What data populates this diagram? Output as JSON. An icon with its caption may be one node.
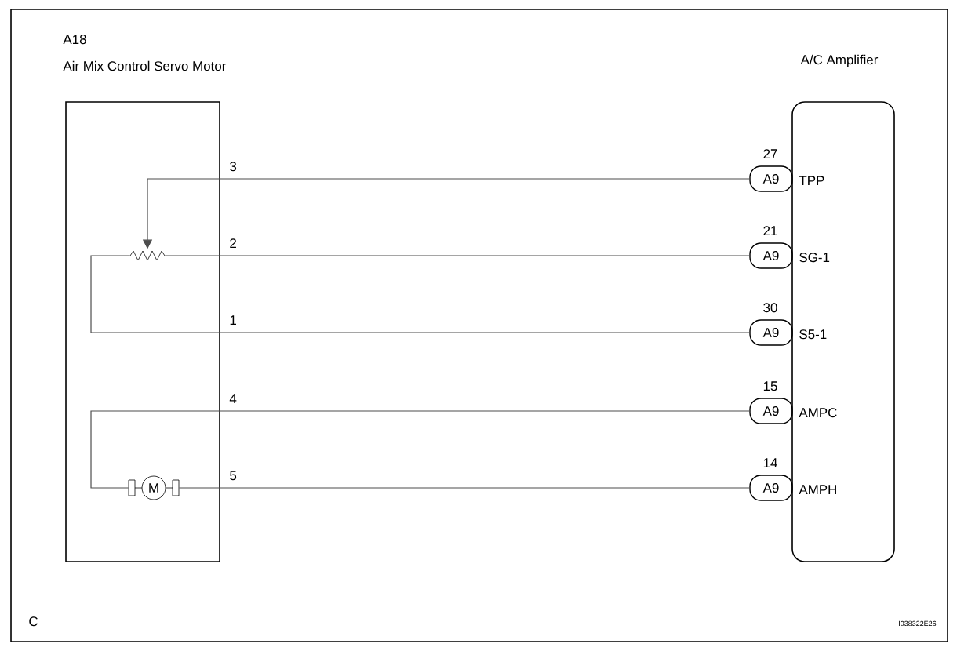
{
  "diagram": {
    "nodes": [
      {
        "text": [
          "A18",
          "Air Mix Control Servo Motor"
        ]
      },
      {
        "text": [
          "A/C Amplifier"
        ]
      },
      {
        "text": [],
        "shape": "picture",
        "in": 0
      },
      {
        "text": [
          "M"
        ],
        "in": 0
      },
      {
        "text": [
          "A9"
        ],
        "beside": [
          "27",
          "TPP"
        ]
      },
      {
        "text": [
          "A9"
        ],
        "beside": [
          "21",
          "SG-1"
        ]
      },
      {
        "text": [
          "A9"
        ],
        "beside": [
          "30",
          "S5-1"
        ]
      },
      {
        "text": [
          "A9"
        ],
        "beside": [
          "15",
          "AMPC"
        ]
      },
      {
        "text": [
          "A9"
        ],
        "beside": [
          "14",
          "AMPH"
        ]
      }
    ],
    "edges": [
      {
        "from": 4,
        "to": 2,
        "arrow": "to"
      },
      {
        "from": 5,
        "to": 2,
        "arrow": "none"
      },
      {
        "from": 6,
        "to": 2,
        "arrow": "none"
      },
      {
        "from": 7,
        "to": 3,
        "arrow": "none"
      },
      {
        "from": 8,
        "to": 3,
        "arrow": "none"
      }
    ],
    "labels": [
      "3",
      "2",
      "1",
      "4",
      "5",
      "C",
      "I038322E26"
    ]
  }
}
